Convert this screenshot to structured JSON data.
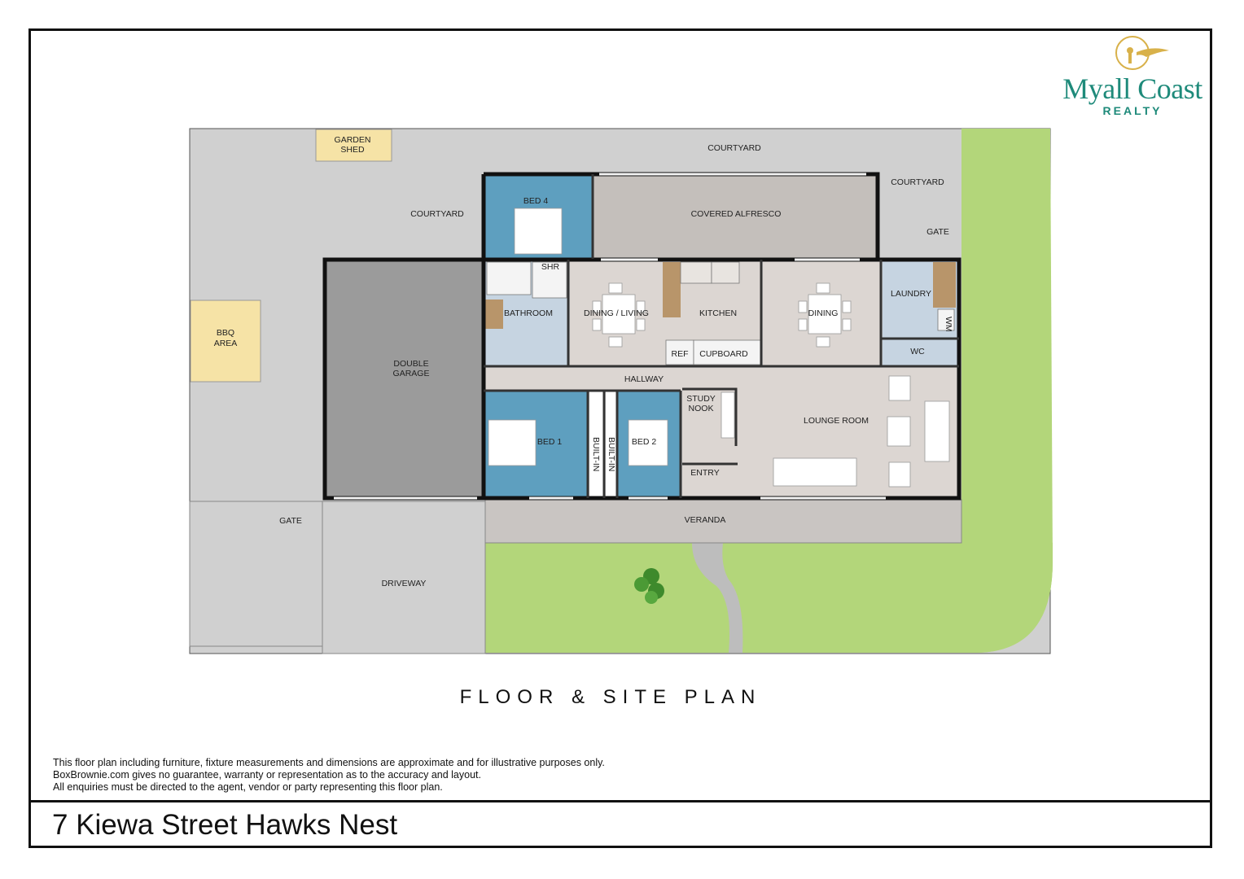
{
  "brand": {
    "name": "Myall Coast",
    "sub": "REALTY",
    "colors": {
      "teal": "#1e8a7a",
      "gold": "#d8b14a"
    }
  },
  "plan_title": "FLOOR & SITE PLAN",
  "address": "7 Kiewa Street Hawks Nest",
  "disclaimer": [
    "This floor plan including furniture, fixture measurements and dimensions are approximate and for illustrative purposes only.",
    "BoxBrownie.com gives no guarantee, warranty or representation as to the accuracy and layout.",
    "All enquiries must be directed to the agent, vendor or party representing this floor plan."
  ],
  "rooms": {
    "garden_shed": [
      "GARDEN",
      "SHED"
    ],
    "courtyard_top": "COURTYARD",
    "courtyard_left": "COURTYARD",
    "courtyard_right": "COURTYARD",
    "bed4": "BED 4",
    "covered_alfresco": "COVERED ALFRESCO",
    "gate_right": "GATE",
    "bbq": [
      "BBQ",
      "AREA"
    ],
    "double_garage": [
      "DOUBLE",
      "GARAGE"
    ],
    "shr": "SHR",
    "bathroom": "BATHROOM",
    "dining_living": "DINING / LIVING",
    "kitchen": "KITCHEN",
    "dining": "DINING",
    "laundry": "LAUNDRY",
    "wm": "WM",
    "wc": "WC",
    "ref": "REF",
    "cupboard": "CUPBOARD",
    "hallway": "HALLWAY",
    "study_nook": [
      "STUDY",
      "NOOK"
    ],
    "lounge_room": "LOUNGE ROOM",
    "bed1": "BED 1",
    "built_in": "BUILT-IN",
    "bed2": "BED 2",
    "entry": "ENTRY",
    "gate_left": "GATE",
    "veranda": "VERANDA",
    "driveway": "DRIVEWAY"
  },
  "colors": {
    "paving": "#d0d0d0",
    "lawn": "#b3d67a",
    "bedroom": "#5e9fbf",
    "wet_area": "#c6d4e1",
    "living_floor": "#dcd6d2",
    "garage": "#9b9b9b",
    "alfresco": "#c4bfbb",
    "yellow_zone": "#f6e3a6",
    "walls": "#111111"
  }
}
